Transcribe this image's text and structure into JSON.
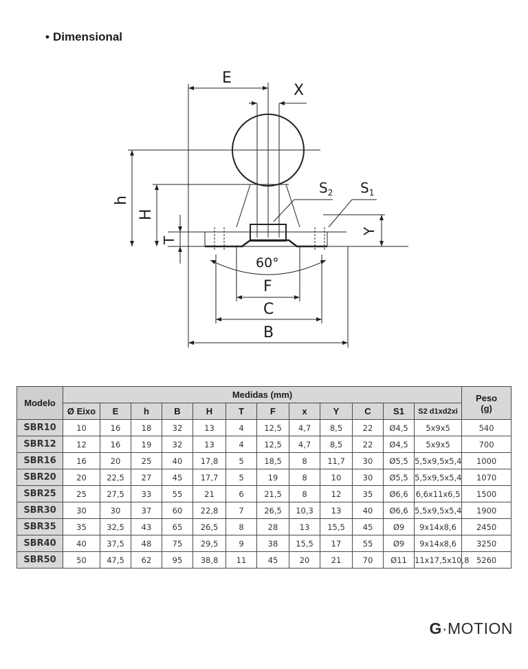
{
  "section": {
    "bullet": "•",
    "title": "Dimensional"
  },
  "drawing": {
    "labels": {
      "E": "E",
      "X": "X",
      "h": "h",
      "H": "H",
      "T": "T",
      "S2_main": "S",
      "S2_sub": "2",
      "S1_main": "S",
      "S1_sub": "1",
      "Y": "Y",
      "angle": "60°",
      "F": "F",
      "C": "C",
      "B": "B"
    }
  },
  "table": {
    "col_model": "Modelo",
    "group_header": "Medidas (mm)",
    "col_weight": "Peso\n(g)",
    "sub_headers": [
      "Ø Eixo",
      "E",
      "h",
      "B",
      "H",
      "T",
      "F",
      "x",
      "Y",
      "C",
      "S1",
      "S2 d1xd2xi"
    ],
    "rows": [
      [
        "SBR10",
        "10",
        "16",
        "18",
        "32",
        "13",
        "4",
        "12,5",
        "4,7",
        "8,5",
        "22",
        "Ø4,5",
        "5x9x5",
        "540"
      ],
      [
        "SBR12",
        "12",
        "16",
        "19",
        "32",
        "13",
        "4",
        "12,5",
        "4,7",
        "8,5",
        "22",
        "Ø4,5",
        "5x9x5",
        "700"
      ],
      [
        "SBR16",
        "16",
        "20",
        "25",
        "40",
        "17,8",
        "5",
        "18,5",
        "8",
        "11,7",
        "30",
        "Ø5,5",
        "5,5x9,5x5,4",
        "1000"
      ],
      [
        "SBR20",
        "20",
        "22,5",
        "27",
        "45",
        "17,7",
        "5",
        "19",
        "8",
        "10",
        "30",
        "Ø5,5",
        "5,5x9,5x5,4",
        "1070"
      ],
      [
        "SBR25",
        "25",
        "27,5",
        "33",
        "55",
        "21",
        "6",
        "21,5",
        "8",
        "12",
        "35",
        "Ø6,6",
        "6,6x11x6,5",
        "1500"
      ],
      [
        "SBR30",
        "30",
        "30",
        "37",
        "60",
        "22,8",
        "7",
        "26,5",
        "10,3",
        "13",
        "40",
        "Ø6,6",
        "5,5x9,5x5,4",
        "1900"
      ],
      [
        "SBR35",
        "35",
        "32,5",
        "43",
        "65",
        "26,5",
        "8",
        "28",
        "13",
        "15,5",
        "45",
        "Ø9",
        "9x14x8,6",
        "2450"
      ],
      [
        "SBR40",
        "40",
        "37,5",
        "48",
        "75",
        "29,5",
        "9",
        "38",
        "15,5",
        "17",
        "55",
        "Ø9",
        "9x14x8,6",
        "3250"
      ],
      [
        "SBR50",
        "50",
        "47,5",
        "62",
        "95",
        "38,8",
        "11",
        "45",
        "20",
        "21",
        "70",
        "Ø11",
        "11x17,5x10,8",
        "5260"
      ]
    ]
  },
  "logo": {
    "g": "G",
    "dot": "·",
    "rest": "MOTION"
  }
}
